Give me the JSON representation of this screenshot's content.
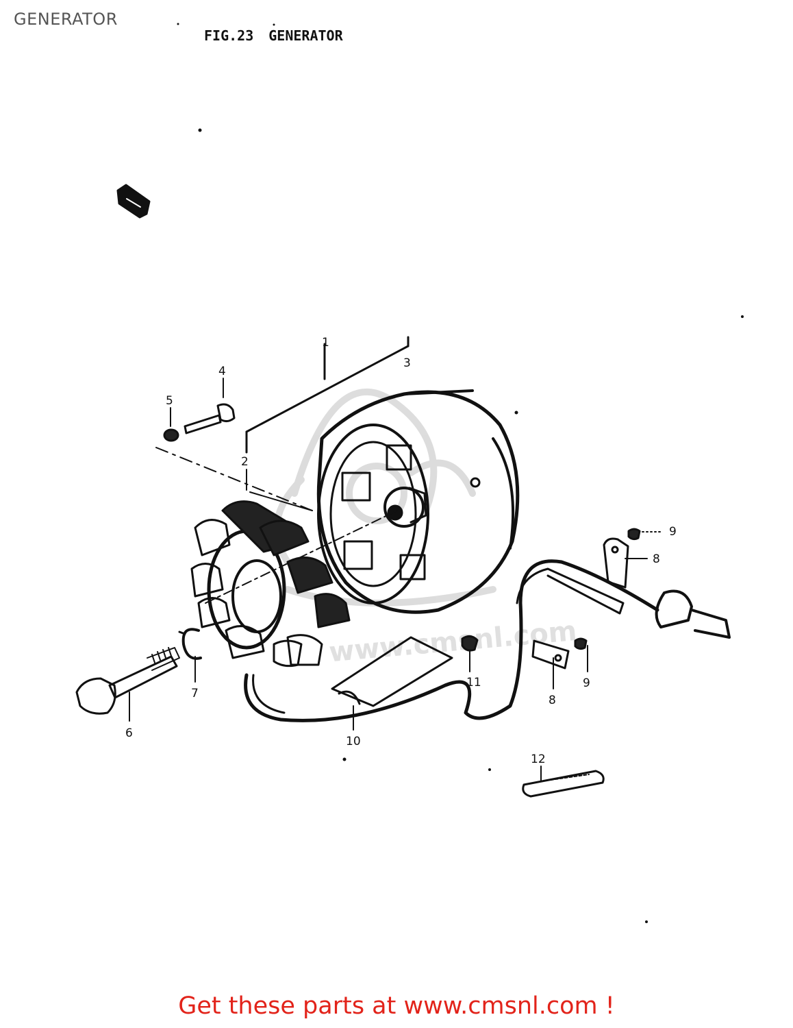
{
  "header": {
    "page_label": "GENERATOR",
    "fig_number": "FIG.23",
    "fig_name": "GENERATOR"
  },
  "diagram": {
    "callouts": [
      "1",
      "2",
      "3",
      "4",
      "5",
      "6",
      "7",
      "8",
      "8",
      "9",
      "9",
      "10",
      "11",
      "12"
    ],
    "watermark": "www.cmsnl.com"
  },
  "footer": {
    "cta": "Get these parts at www.cmsnl.com !"
  },
  "colors": {
    "ink": "#111111",
    "cta": "#e2231a",
    "label": "#555555",
    "watermark": "#cfcfcf"
  }
}
